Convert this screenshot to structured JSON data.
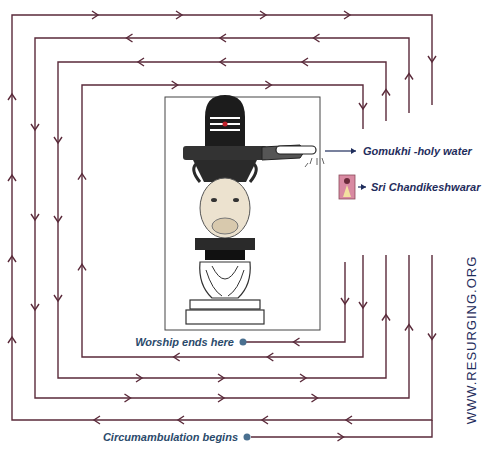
{
  "diagram": {
    "labels": [
      "Gomukhi -holy water",
      "Sri Chandikeshwarar",
      "Worship ends here",
      "Circumambulation begins",
      "WWW.RESURGING.ORG"
    ]
  }
}
